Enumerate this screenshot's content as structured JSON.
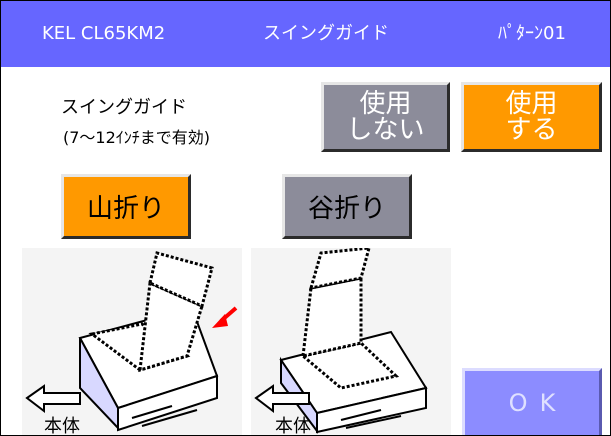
{
  "header": {
    "model": "KEL CL65KM2",
    "title": "スイングガイド",
    "pattern": "ﾊﾟﾀｰﾝ01"
  },
  "setting": {
    "label_line1": "スイングガイド",
    "label_line2": "(7～12ｲﾝﾁまで有効)"
  },
  "buttons": {
    "not_use_line1": "使用",
    "not_use_line2": "しない",
    "use_line1": "使用",
    "use_line2": "する",
    "mountain_fold": "山折り",
    "valley_fold": "谷折り",
    "ok": "OK"
  },
  "illustration": {
    "body_label_left": "本体",
    "body_label_right": "本体"
  },
  "colors": {
    "header_bg": "#6666ff",
    "selected_orange": "#ff9900",
    "unselected_gray": "#8c8c9a",
    "ok_bg": "#8c8cff",
    "arrow_red": "#ff0000"
  }
}
